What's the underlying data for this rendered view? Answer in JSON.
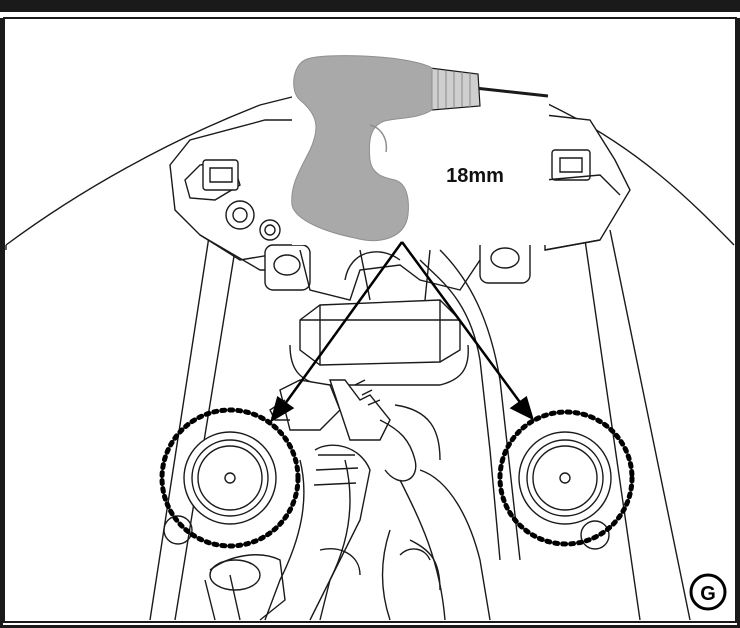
{
  "diagram": {
    "step_letter": "G",
    "tool": {
      "name_icon": "cordless-drill-icon",
      "socket_size": "18mm"
    },
    "targets": [
      {
        "name": "left-bolt"
      },
      {
        "name": "right-bolt"
      }
    ],
    "colors": {
      "line": "#1a1a1a",
      "drill_body": "#a9a9a9",
      "drill_chuck": "#cfcfcf",
      "background": "#ffffff",
      "part_fill": "#ffffff"
    }
  }
}
